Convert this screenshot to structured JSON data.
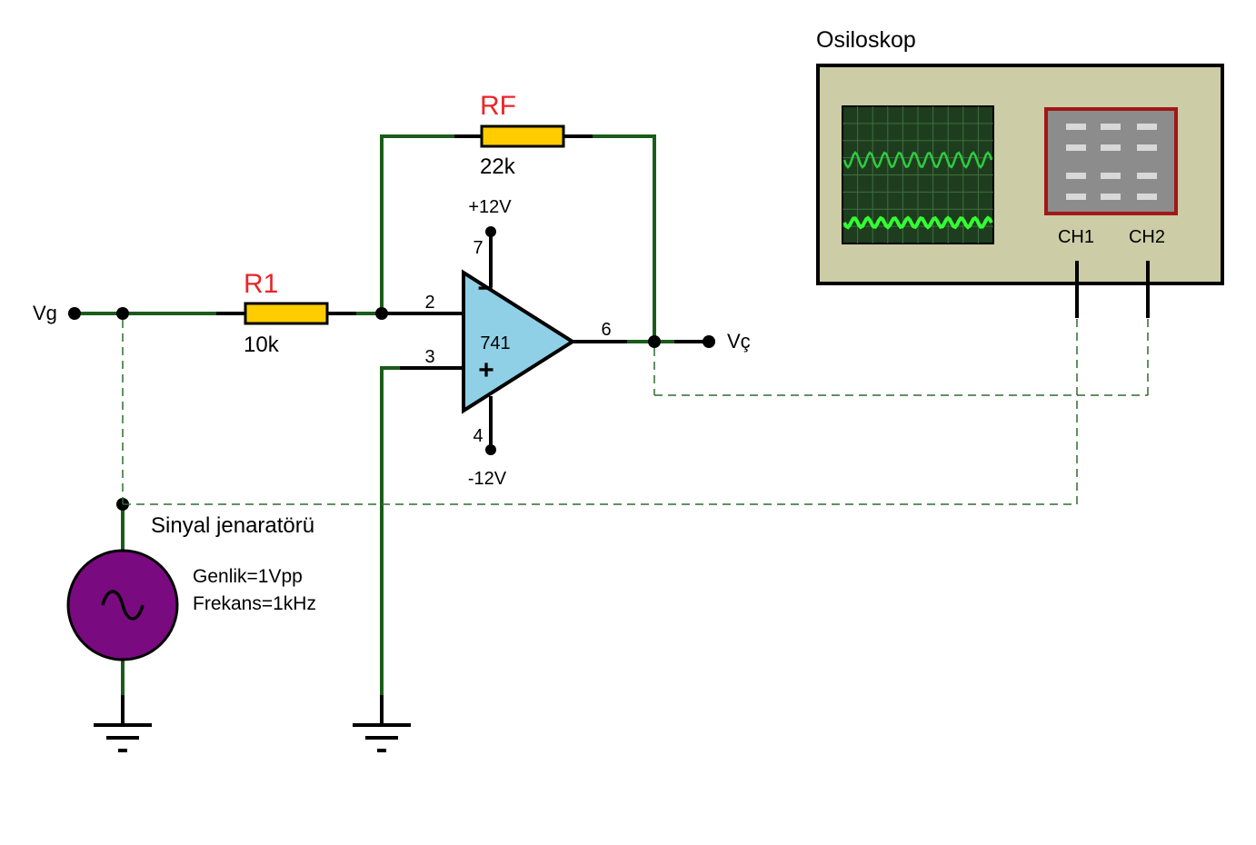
{
  "labels": {
    "vg": "Vg",
    "vc": "Vç",
    "r1_name": "R1",
    "r1_value": "10k",
    "rf_name": "RF",
    "rf_value": "22k",
    "vplus": "+12V",
    "vminus": "-12V",
    "pin7": "7",
    "pin4": "4",
    "pin2": "2",
    "pin3": "3",
    "pin6": "6",
    "opamp_model": "741",
    "opamp_minus": "−",
    "opamp_plus": "+",
    "generator_title": "Sinyal jenaratörü",
    "generator_amplitude": "Genlik=1Vpp",
    "generator_frequency": "Frekans=1kHz",
    "oscilloscope_title": "Osiloskop",
    "ch1": "CH1",
    "ch2": "CH2"
  },
  "colors": {
    "wire": "#1a5c1a",
    "component_label": "#e8262a",
    "resistor_fill": "#ffcc00",
    "opamp_fill": "#8fd0e6",
    "generator_fill": "#7a0a80",
    "scope_body": "#cccca6",
    "scope_screen": "#1e3d1e",
    "scope_trace": "#33dd33",
    "scope_panel": "#8c8c8c",
    "scope_panel_border": "#a01818"
  },
  "icons": {
    "generator_symbol": "sine-wave-icon",
    "ground_symbol": "ground-icon"
  }
}
